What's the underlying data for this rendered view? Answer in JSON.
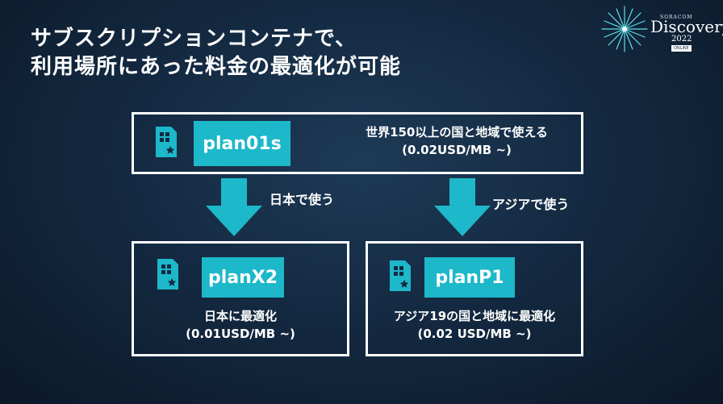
{
  "slide": {
    "title_line1": "サブスクリプションコンテナで、",
    "title_line2": "利用場所にあった料金の最適化が可能"
  },
  "logo": {
    "small_text": "SORACOM",
    "main_text": "Discovery",
    "year": "2022",
    "badge": "ONLINE",
    "icon": "starburst-icon"
  },
  "plans": {
    "top": {
      "name": "plan01s",
      "desc_line1": "世界150以上の国と地域で使える",
      "desc_line2": "(0.02USD/MB ~)",
      "icon": "sim-card-icon"
    },
    "left": {
      "name": "planX2",
      "desc_line1": "日本に最適化",
      "desc_line2": "(0.01USD/MB ~)",
      "icon": "sim-card-icon"
    },
    "right": {
      "name": "planP1",
      "desc_line1": "アジア19の国と地域に最適化",
      "desc_line2": "(0.02 USD/MB ~)",
      "icon": "sim-card-icon"
    }
  },
  "arrows": {
    "left_label": "日本で使う",
    "right_label": "アジアで使う"
  },
  "colors": {
    "accent": "#1db8c9",
    "background": "#142a42",
    "border": "#ffffff"
  }
}
